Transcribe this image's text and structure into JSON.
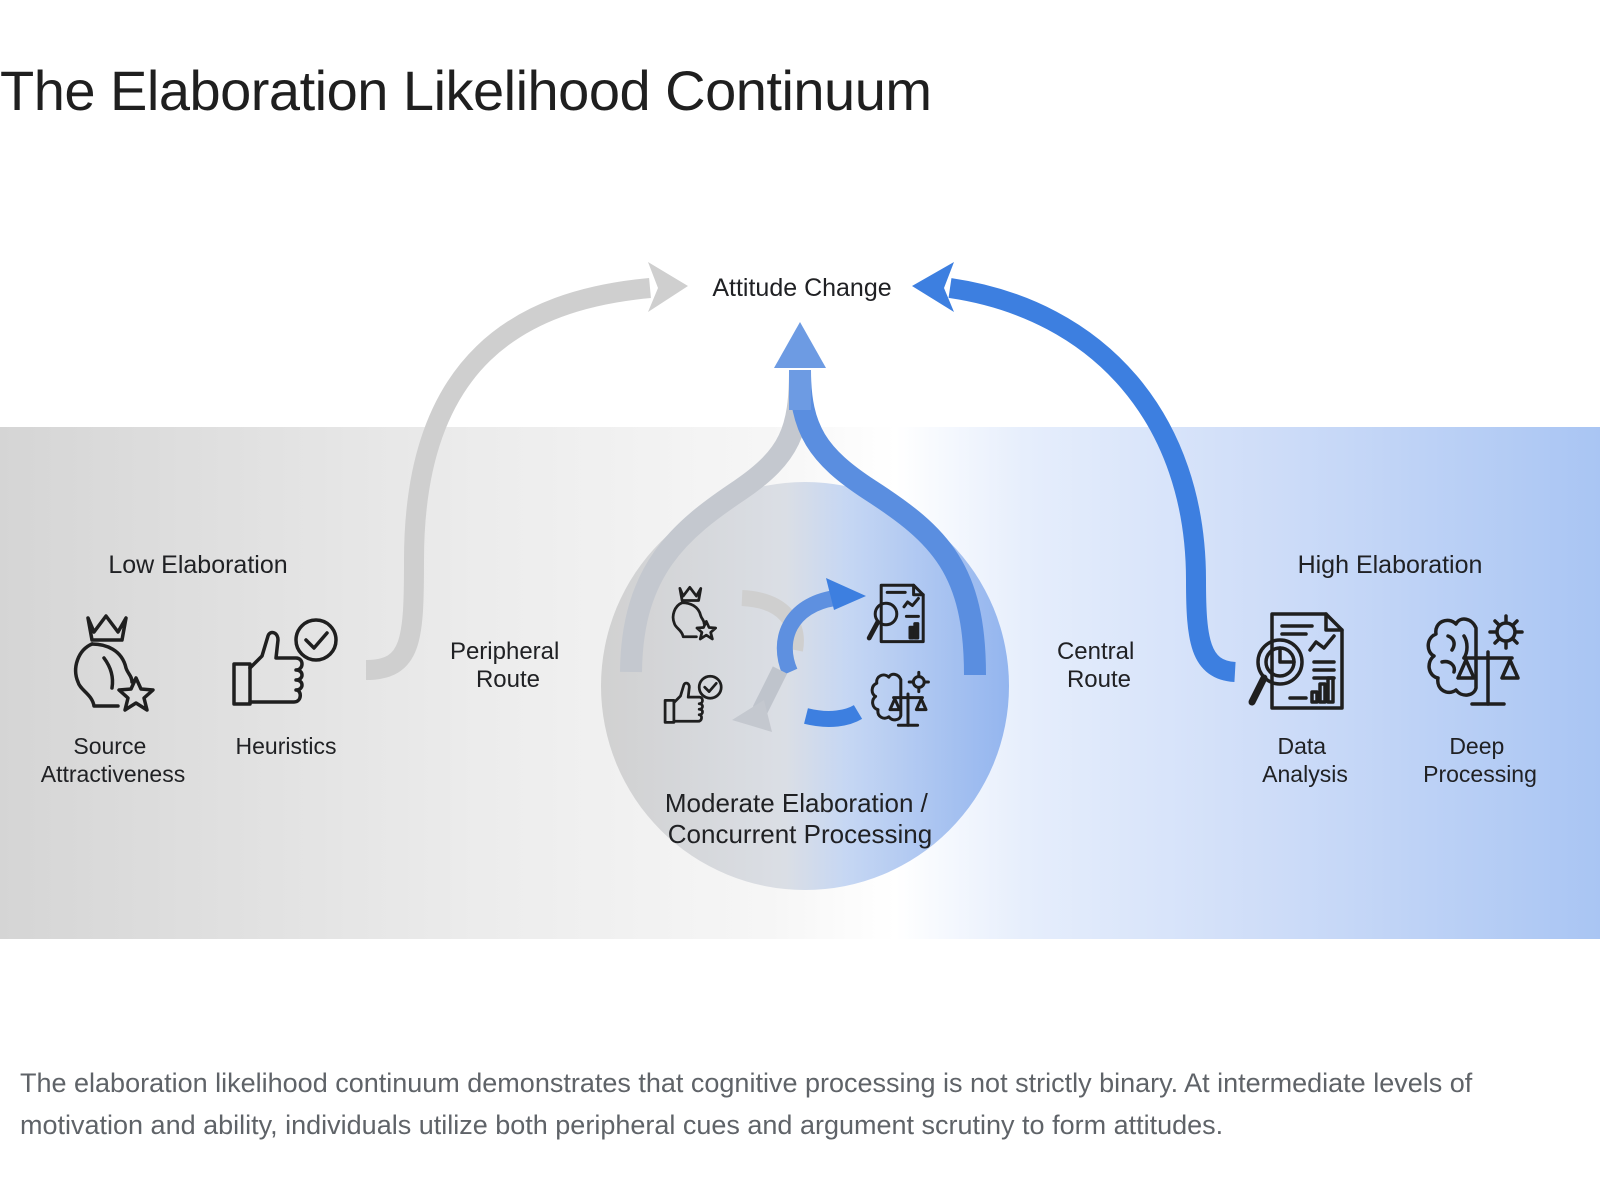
{
  "title": "The Elaboration Likelihood Continuum",
  "colors": {
    "gray_band": "#d5d5d5",
    "blue_band": "#a9c5f3",
    "gray_arrow": "#cfcfcf",
    "blue_arrow": "#3d7fe0",
    "icon_stroke": "#1f1f1f",
    "text": "#202124",
    "caption": "#5f6368"
  },
  "diagram": {
    "top_label": "Attitude Change",
    "left": {
      "heading": "Low Elaboration",
      "items": [
        {
          "label_line1": "Source",
          "label_line2": "Attractiveness",
          "icon": "crowned-head-star-icon"
        },
        {
          "label_line1": "Heuristics",
          "label_line2": "",
          "icon": "thumbs-up-check-icon"
        }
      ]
    },
    "right": {
      "heading": "High Elaboration",
      "items": [
        {
          "label_line1": "Data",
          "label_line2": "Analysis",
          "icon": "document-magnifier-chart-icon"
        },
        {
          "label_line1": "Deep",
          "label_line2": "Processing",
          "icon": "brain-gear-scale-icon"
        }
      ]
    },
    "peripheral_route": {
      "line1": "Peripheral",
      "line2": "Route"
    },
    "central_route": {
      "line1": "Central",
      "line2": "Route"
    },
    "center": {
      "line1": "Moderate Elaboration /",
      "line2": "Concurrent Processing",
      "icons": [
        "crowned-head-star-icon",
        "thumbs-up-check-icon",
        "document-magnifier-chart-icon",
        "brain-gear-scale-icon",
        "cycle-arrows-icon"
      ]
    }
  },
  "caption": "The elaboration likelihood continuum demonstrates that cognitive processing is not strictly binary. At intermediate levels of motivation and ability, individuals utilize both peripheral cues and argument scrutiny to form attitudes."
}
